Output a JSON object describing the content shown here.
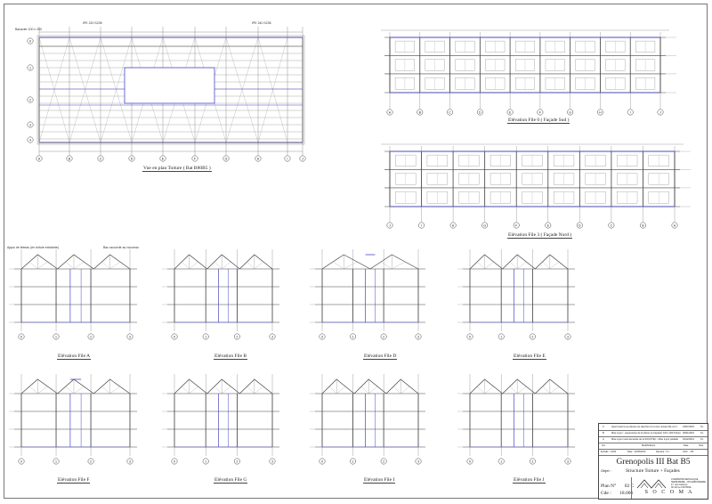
{
  "views": {
    "plan": "Vue en plan Toiture ( Bat B80B5 )",
    "south": "Elévation File 0 ( Façade Sud )",
    "north": "Elévation File 3 ( Façade Nord )",
    "fileA": "Elévation File A",
    "fileB": "Elévation File B",
    "fileD": "Elévation File D",
    "fileE": "Elévation File E",
    "fileF": "Elévation File F",
    "fileG": "Elévation File G",
    "fileI": "Elévation File I",
    "fileJ": "Elévation File J"
  },
  "notes": {
    "plan_tl": "Bacacier 100 x 200",
    "plan_t1": "IPE 220 S235",
    "plan_t2": "IPE 240 S235",
    "fa_tl": "Appui de linteau (en toiture existante)",
    "fa_tr": "Bac raccordé au nouveau"
  },
  "axes_plan": [
    "A",
    "B",
    "C",
    "D",
    "E",
    "F",
    "G",
    "H",
    "I",
    "J"
  ],
  "axes_south": [
    "A",
    "B",
    "C",
    "D",
    "E",
    "F",
    "G",
    "H",
    "I",
    "J"
  ],
  "axes_north": [
    "J",
    "I",
    "H",
    "G",
    "F",
    "E",
    "D",
    "C",
    "B",
    "A"
  ],
  "title_block": {
    "revisions": [
      {
        "ind": "C",
        "desc": "Ajout bracons au-dessus du plancher du 2 ème niveau File A à J",
        "date": "23/07/2015",
        "by": "S.I."
      },
      {
        "ind": "B",
        "desc": "Mise à jour : suppression de la toiture en bacacier 100 x 200 Toiture",
        "date": "06/01/2015",
        "by": "S.I."
      },
      {
        "ind": "A",
        "desc": "Mise à jour suite demande de la SOCOTEC - Mise à jour partielle",
        "date": "04/12/2014",
        "by": "S.I."
      }
    ],
    "rev_head": [
      "Ind.",
      "Modifications",
      "Date",
      "Visa"
    ],
    "info": [
      "Echelle : 1/100",
      "Date : 11/05/2014",
      "Dessiné : S.I.",
      "Vérif. : J.B."
    ],
    "project": "Grenopolis III Bat B5",
    "client_label": "Objet :",
    "subject": "Structure Toiture + Façades",
    "plan_no_label": "Plan N°",
    "plan_no": "02 C",
    "code_label": "Cde :",
    "code": "18.006",
    "company": "S O C O M A",
    "company_lines": [
      "CHARPENTE METALLIQUE",
      "SERRURERIE - CHAUDRONNERIE",
      "Z.I. des Gavarres",
      "38 120 Le FONTANIL"
    ]
  }
}
